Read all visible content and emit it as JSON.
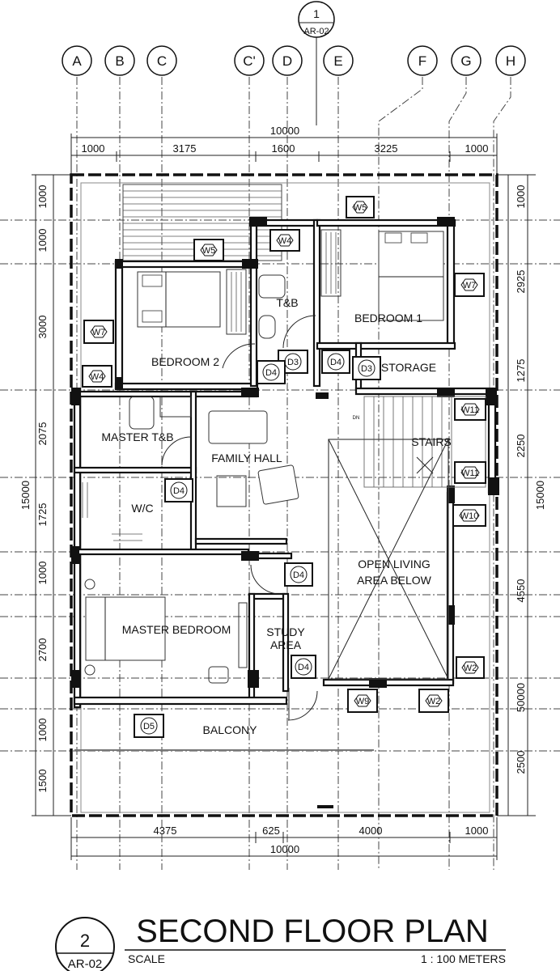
{
  "top_section": {
    "sheet_number": "1",
    "sheet_ref": "AR-02"
  },
  "grid_labels": [
    "A",
    "B",
    "C",
    "C'",
    "D",
    "E",
    "F",
    "G",
    "H"
  ],
  "dimensions": {
    "top_overall": "10000",
    "top_segments": [
      "1000",
      "3175",
      "1600",
      "3225",
      "1000"
    ],
    "bottom_segments": [
      "4375",
      "625",
      "4000",
      "1000"
    ],
    "bottom_overall": "10000",
    "left_segments": [
      "1000",
      "1000",
      "3000",
      "2075",
      "1725",
      "1000",
      "2700",
      "1000",
      "1500"
    ],
    "left_overall": "15000",
    "right_segments": [
      "1000",
      "2925",
      "1275",
      "2250",
      "4550",
      "50000",
      "2500"
    ],
    "right_overall": "15000"
  },
  "rooms": {
    "bedroom1": "BEDROOM 1",
    "bedroom2": "BEDROOM 2",
    "tb": "T&B",
    "storage": "STORAGE",
    "master_tb": "MASTER T&B",
    "family_hall": "FAMILY HALL",
    "stairs": "STAIRS",
    "wc": "W/C",
    "open_living_1": "OPEN LIVING",
    "open_living_2": "AREA BELOW",
    "master_bedroom": "MASTER BEDROOM",
    "study_1": "STUDY",
    "study_2": "AREA",
    "balcony": "BALCONY",
    "dn": "DN"
  },
  "tags": {
    "w5a": "W5",
    "w5b": "W5",
    "w4a": "W4",
    "w4b": "W4",
    "w7a": "W7",
    "w7b": "W7",
    "w11a": "W11",
    "w11b": "W11",
    "w10": "W10",
    "w2a": "W2",
    "w2b": "W2",
    "w9": "W9",
    "d3a": "D3",
    "d3b": "D3",
    "d4a": "D4",
    "d4b": "D4",
    "d4c": "D4",
    "d4d": "D4",
    "d4e": "D4",
    "d5": "D5"
  },
  "title_block": {
    "number": "2",
    "ref": "AR-02",
    "title": "SECOND FLOOR PLAN",
    "scale_label": "SCALE",
    "scale_value": "1 : 100 METERS"
  }
}
